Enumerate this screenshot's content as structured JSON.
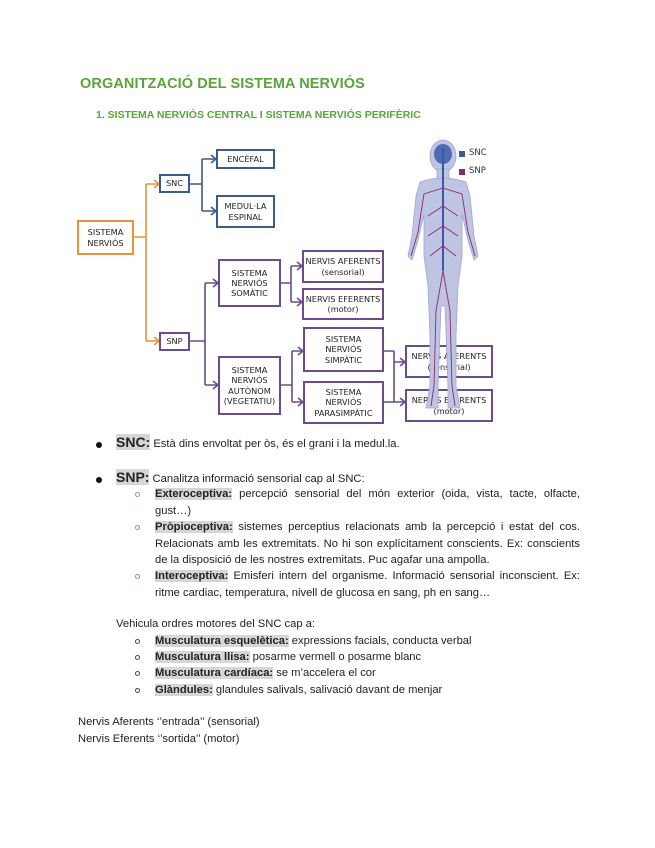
{
  "title": "ORGANITZACIÓ DEL SISTEMA NERVIÓS",
  "subtitle": "1.   SISTEMA NERVIÓS CENTRAL I SISTEMA NERVIÓS PERIFÈRIC",
  "diagram": {
    "root": "SISTEMA\nNERVIÓS",
    "snc": "SNC",
    "encefal": "ENCÈFAL",
    "medulla": "MEDUL·LA\nESPINAL",
    "snp": "SNP",
    "somatic": "SISTEMA\nNERVIÓS\nSOMÀTIC",
    "afer1": "NERVIS AFERENTS\n(sensorial)",
    "efer1": "NERVIS EFERENTS\n(motor)",
    "autonom": "SISTEMA\nNERVIÓS\nAUTÒNOM\n(VEGETATIU)",
    "simpatic": "SISTEMA\nNERVIÓS\nSIMPÀTIC",
    "parasimpatic": "SISTEMA\nNERVIÓS\nPARASIMPÀTIC",
    "afer2": "NERVIS AFERENTS\n(sensorial)",
    "efer2": "NERVIS EFERENTS\n(motor)",
    "legend_snc": "SNC",
    "legend_snp": "SNP",
    "color_snc": "#3a5aa8",
    "color_snp": "#8b2a6a"
  },
  "snc_bullet": {
    "key": "SNC:",
    "text": " Està dins envoltat per òs, és el grani i la medul.la."
  },
  "snp_bullet": {
    "key": "SNP:",
    "text": " Canalitza informació sensorial cap al SNC:"
  },
  "sensory": [
    {
      "key": "Exteroceptiva:",
      "text": " percepció sensorial del món exterior (oida, vista, tacte, olfacte, gust…)"
    },
    {
      "key": "Pròpioceptiva:",
      "text": " sistemes perceptius relacionats amb la percepció i estat del cos. Relacionats amb les extremitats. No hi son explícitament conscients. Ex: conscients de la disposició de les nostres extremitats. Puc agafar una ampolla."
    },
    {
      "key": "Interoceptiva:",
      "text": " Emisferi intern del organisme. Informació sensorial inconscient. Ex: ritme cardiac, temperatura, nivell de glucosa en sang, ph en sang…"
    }
  ],
  "motor_intro": "Vehicula ordres motores del SNC cap a:",
  "motor": [
    {
      "key": "Musculatura esquelètica:",
      "text": "  expressions facials, conducta verbal"
    },
    {
      "key": "Musculatura llisa:",
      "text": " posarme vermell o posarme blanc"
    },
    {
      "key": "Musculatura cardíaca:",
      "text": " se m’accelera el cor"
    },
    {
      "key": "Glàndules:",
      "text": " glandules salivals, salivació davant de menjar"
    }
  ],
  "footer": [
    "Nervis Aferents ‘’entrada’’ (sensorial)",
    "Nervis Eferents ‘’sortida’’ (motor)"
  ]
}
